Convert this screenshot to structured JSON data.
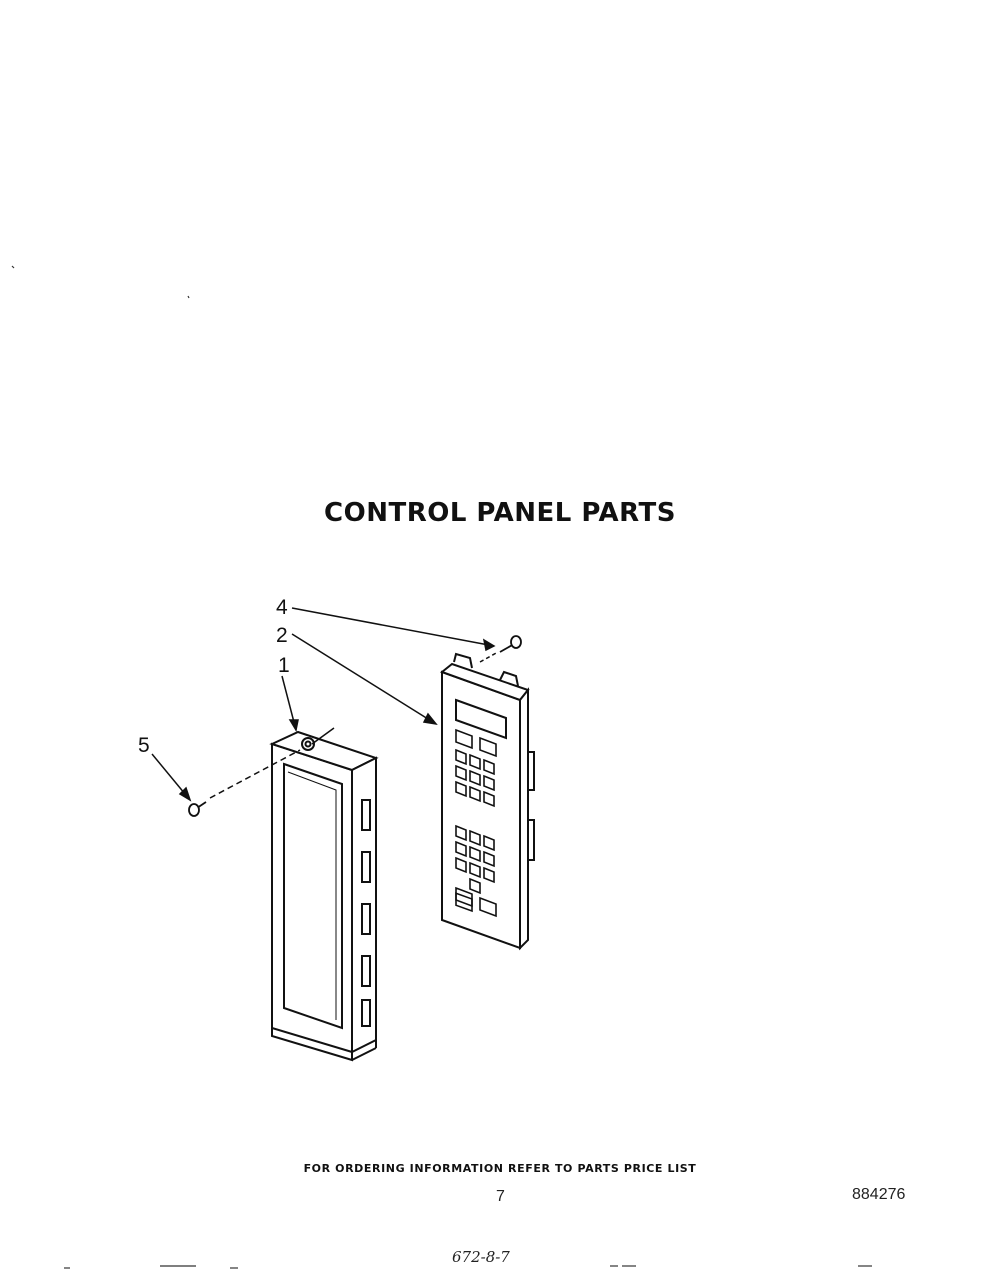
{
  "title": "CONTROL PANEL PARTS",
  "callouts": [
    {
      "id": "1",
      "label": "1"
    },
    {
      "id": "2",
      "label": "2"
    },
    {
      "id": "4",
      "label": "4"
    },
    {
      "id": "5",
      "label": "5"
    }
  ],
  "footer": {
    "ordering_info": "FOR ORDERING INFORMATION REFER TO PARTS PRICE LIST",
    "page_number": "7",
    "document_number": "884276",
    "handwritten_note": "672-8-7"
  },
  "colors": {
    "ink": "#111111",
    "paper": "#ffffff"
  }
}
